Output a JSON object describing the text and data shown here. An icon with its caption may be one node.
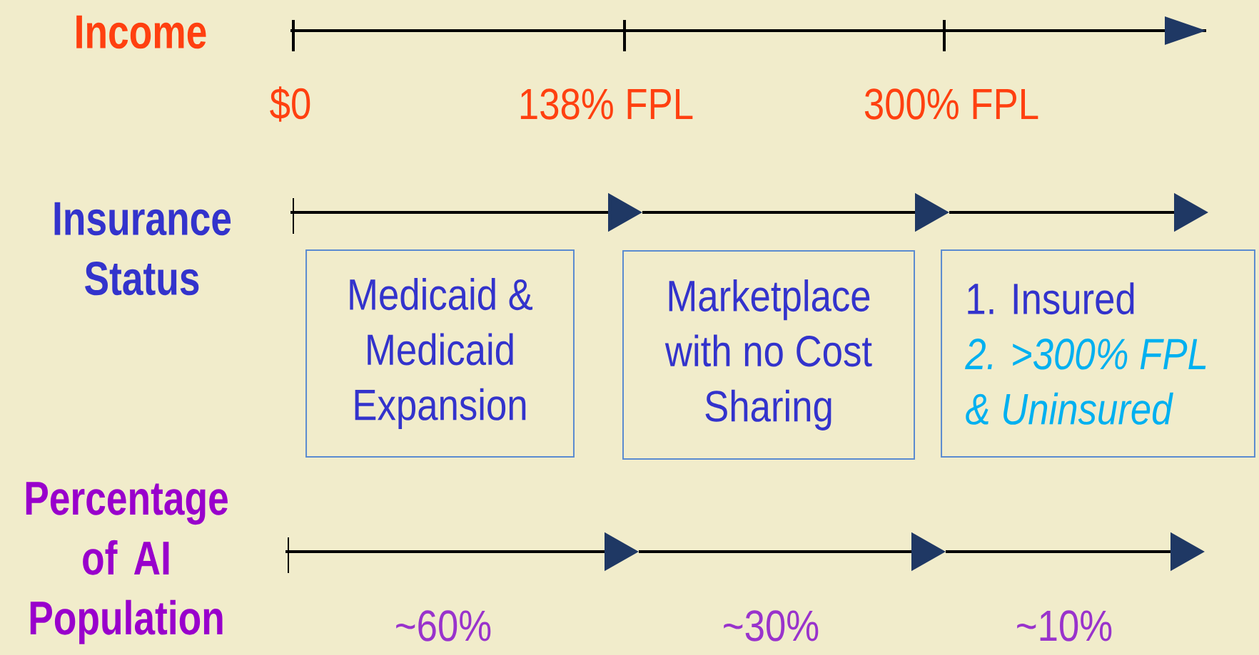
{
  "diagram": {
    "nodes": [
      {
        "text": [
          "Medicaid & Medicaid Expansion"
        ]
      },
      {
        "text": [
          "Marketplace with no Cost Sharing"
        ]
      },
      {
        "text": [
          "1. Insured",
          "2. >300% FPL & Uninsured"
        ]
      }
    ],
    "labels": [
      "Income",
      "$0",
      "138% FPL",
      "300% FPL",
      "Insurance Status",
      "Percentage of AI Population",
      "~60%",
      "~30%",
      "~10%"
    ]
  }
}
